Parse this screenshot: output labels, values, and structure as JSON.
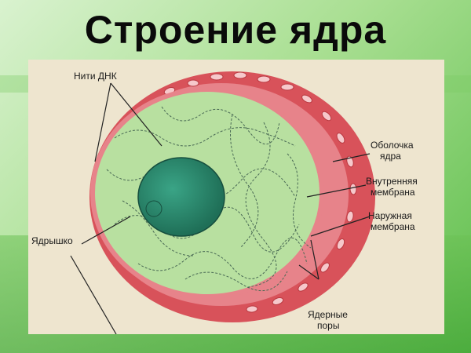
{
  "slide": {
    "title": "Строение ядра"
  },
  "labels": {
    "dna": "Нити ДНК",
    "nucleolus": "Ядрышко",
    "envelope_1": "Оболочка",
    "envelope_2": "ядра",
    "inner_1": "Внутренняя",
    "inner_2": "мембрана",
    "outer_1": "Наружная",
    "outer_2": "мембрана",
    "pores_1": "Ядерные",
    "pores_2": "поры"
  },
  "colors": {
    "envelope": "#d8525a",
    "nucleoplasm": "#b8e0a0",
    "nucleolus": "#2e8a6e",
    "paper": "#eee5cf"
  }
}
